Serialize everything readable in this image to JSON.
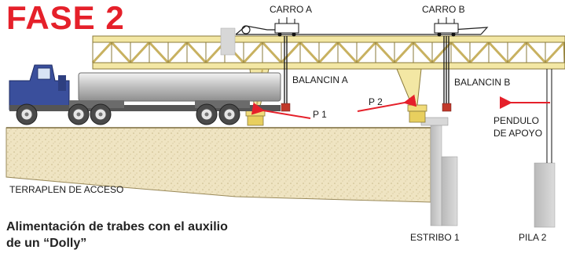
{
  "title": "FASE 2",
  "labels": {
    "carro_a": "CARRO A",
    "carro_b": "CARRO B",
    "balancin_a": "BALANCIN A",
    "balancin_b": "BALANCIN B",
    "p1": "P 1",
    "p2": "P 2",
    "pendulo_line1": "PENDULO",
    "pendulo_line2": "DE APOYO",
    "terraplen": "TERRAPLEN DE ACCESO",
    "estribo": "ESTRIBO 1",
    "pila": "PILA 2"
  },
  "caption": {
    "line1": "Alimentación de trabes con el auxilio",
    "line2": "de un “Dolly”"
  },
  "colors": {
    "title_red": "#e5202a",
    "arrow_red": "#e5202a",
    "truss_fill": "#f3e7a4",
    "truss_stroke": "#8a7a3a",
    "truck_blue": "#3a4f9c",
    "ground": "#efe4c2",
    "pier_grey": "#c9c9c9"
  }
}
